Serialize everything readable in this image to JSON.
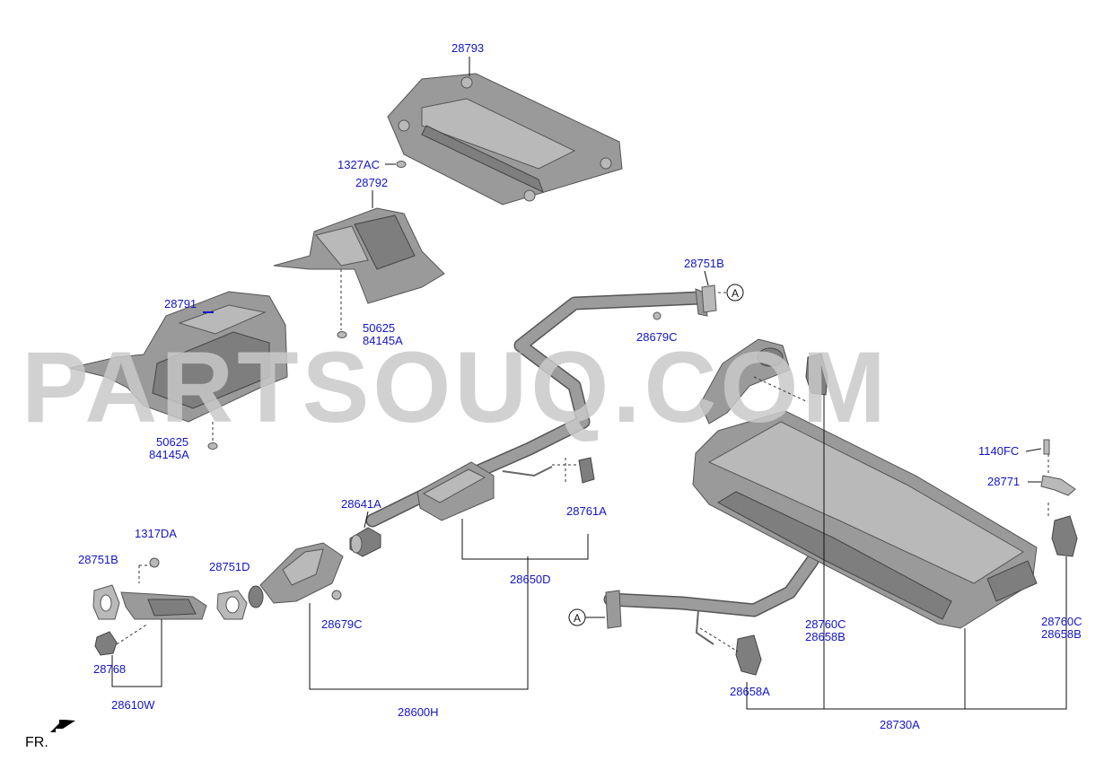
{
  "watermark": "PARTSOUQ.COM",
  "direction_label": "FR.",
  "reference_marker": "A",
  "labels": {
    "l_28793": "28793",
    "l_1327AC": "1327AC",
    "l_28792": "28792",
    "l_28791": "28791",
    "l_50625_a": "50625",
    "l_84145A_a": "84145A",
    "l_50625_b": "50625",
    "l_84145A_b": "84145A",
    "l_28751B_top": "28751B",
    "l_28679C_top": "28679C",
    "l_1140FC": "1140FC",
    "l_28771": "28771",
    "l_28641A": "28641A",
    "l_28761A": "28761A",
    "l_1317DA": "1317DA",
    "l_28751B_left": "28751B",
    "l_28751D": "28751D",
    "l_28650D": "28650D",
    "l_28679C_bottom": "28679C",
    "l_28768": "28768",
    "l_28610W": "28610W",
    "l_28600H": "28600H",
    "l_28760C_mid": "28760C",
    "l_28658B_mid": "28658B",
    "l_28760C_right": "28760C",
    "l_28658B_right": "28658B",
    "l_28658A": "28658A",
    "l_28730A": "28730A"
  }
}
